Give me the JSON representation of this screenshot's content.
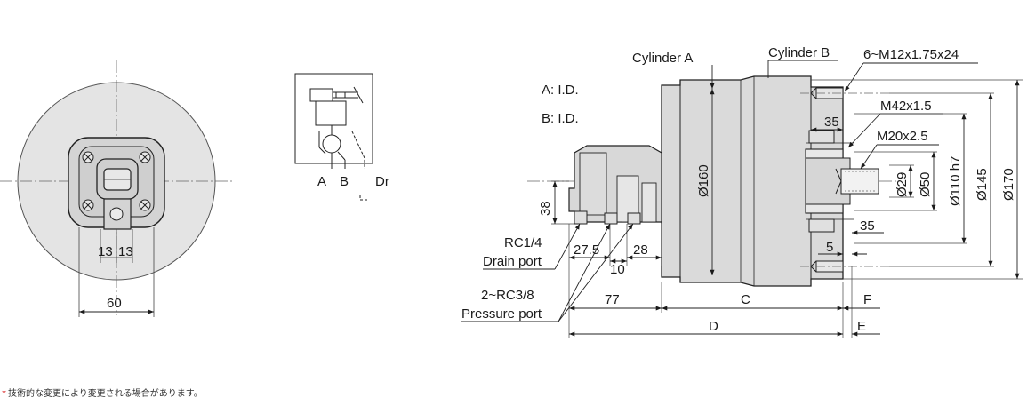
{
  "front_view": {
    "dim_13_left": "13",
    "dim_13_right": "13",
    "dim_60": "60"
  },
  "schematic": {
    "port_a": "A",
    "port_b": "B",
    "port_dr": "Dr"
  },
  "side_view": {
    "label_cylinder_a": "Cylinder A",
    "label_cylinder_b": "Cylinder B",
    "label_a_id": "A: I.D.",
    "label_b_id": "B: I.D.",
    "label_bolts": "6~M12x1.75x24",
    "label_m42": "M42x1.5",
    "label_m20": "M20x2.5",
    "dim_35_top": "35",
    "dim_35_mid": "35",
    "dim_5": "5",
    "dim_38": "38",
    "dim_27_5": "27.5",
    "dim_28": "28",
    "dim_10": "10",
    "dim_77": "77",
    "dim_c": "C",
    "dim_d": "D",
    "dim_e": "E",
    "dim_f": "F",
    "dia_160": "Ø160",
    "dia_29": "Ø29",
    "dia_50": "Ø50",
    "dia_110": "Ø110 h7",
    "dia_145": "Ø145",
    "dia_170": "Ø170",
    "drain_port_line1": "RC1/4",
    "drain_port_line2": "Drain port",
    "pressure_port_line1": "2~RC3/8",
    "pressure_port_line2": "Pressure port"
  },
  "footnote": {
    "mark": "*",
    "text": "技術的な変更により変更される場合があります。"
  }
}
